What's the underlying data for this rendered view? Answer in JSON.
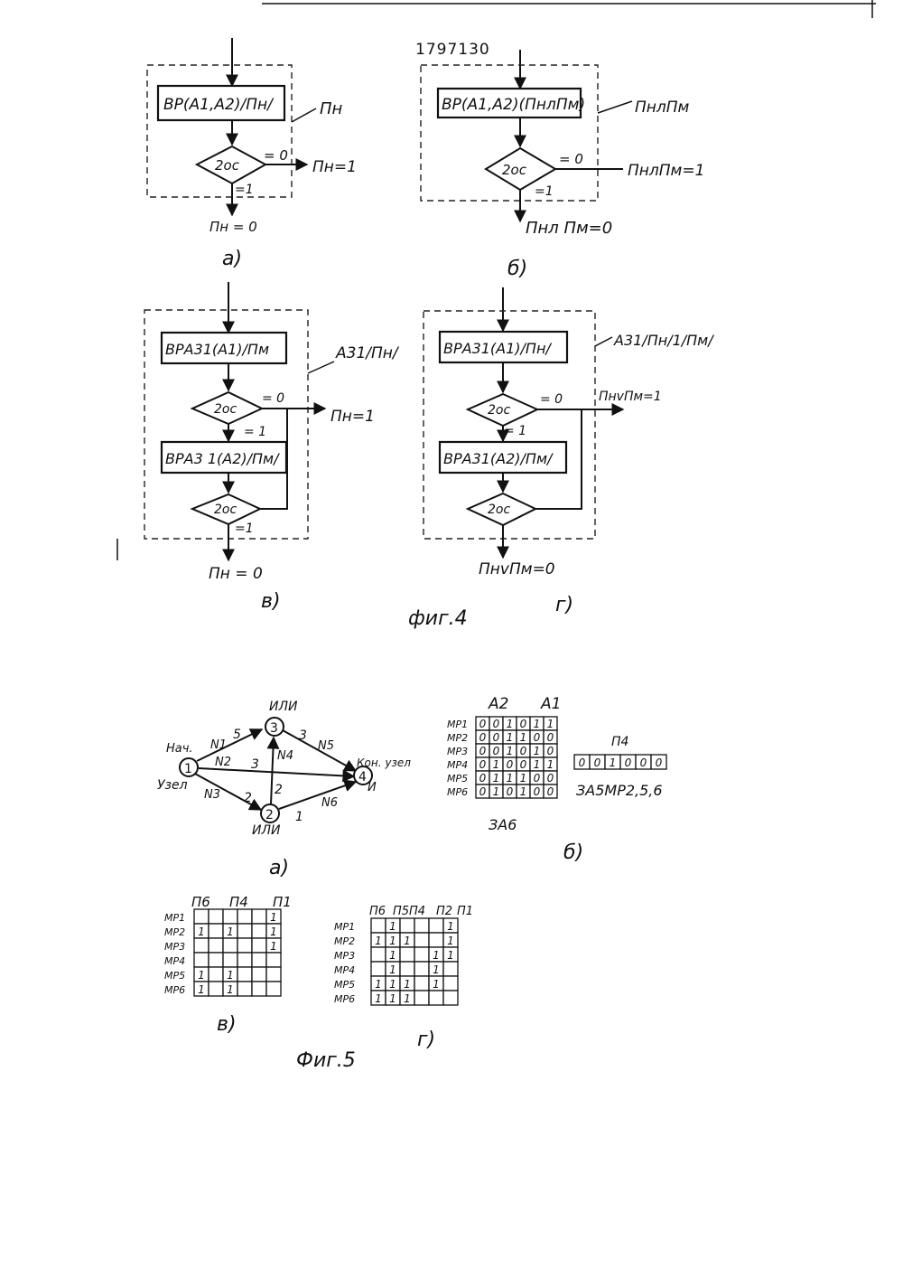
{
  "page_number": "1797130",
  "fig4": {
    "caption": "фиг.4",
    "a": {
      "box": "ВР(А1,А2)/Пн/",
      "diamond": "2ос",
      "label_side": "Пн",
      "eq0": "= 0",
      "out_right": "Пн=1",
      "eq1": "=1",
      "out_bottom": "Пн = 0",
      "sub": "а)"
    },
    "b": {
      "box": "ВР(А1,А2)(ПнлПм)",
      "diamond": "2ос",
      "label_side": "ПнлПм",
      "eq0": "= 0",
      "out_right": "ПнлПм=1",
      "eq1": "=1",
      "out_bottom": "Пнл Пм=0",
      "sub": "б)"
    },
    "v": {
      "box1": "ВРА31(А1)/Пм",
      "box2": "ВРА3 1(А2)/Пм/",
      "diamond1": "2ос",
      "diamond2": "2ос",
      "label_side": "А31/Пн/",
      "eq0": "= 0",
      "out_right": "Пн=1",
      "eq1a": "= 1",
      "eq1b": "=1",
      "out_bottom": "Пн = 0",
      "sub": "в)"
    },
    "g": {
      "box1": "ВРА31(А1)/Пн/",
      "box2": "ВРА31(А2)/Пм/",
      "diamond1": "2ос",
      "diamond2": "2ос",
      "label_side": "А31/Пн/1/Пм/",
      "eq0": "= 0",
      "out_right": "ПнvПм=1",
      "eq1": "= 1",
      "out_bottom": "ПнvПм=0",
      "sub": "г)"
    }
  },
  "fig5": {
    "caption": "Фиг.5",
    "a": {
      "sub": "а)",
      "node_labels": [
        "1",
        "2",
        "3",
        "4"
      ],
      "node_words": {
        "n1a": "Нач.",
        "n1b": "Узел",
        "n2": "ИЛИ",
        "n3": "ИЛИ",
        "n4a": "Кон. узел",
        "n4b": "И"
      },
      "edge_labels": [
        "N1",
        "5",
        "N2",
        "3",
        "N3",
        "2",
        "N4",
        "2",
        "3",
        "N5",
        "N6",
        "1"
      ]
    },
    "b": {
      "sub": "б)",
      "col_labels": [
        "А2",
        "А1"
      ],
      "rows": [
        "МР1",
        "МР2",
        "МР3",
        "МР4",
        "МР5",
        "МР6"
      ],
      "matrix": [
        [
          "0",
          "0",
          "1",
          "0",
          "1",
          "1"
        ],
        [
          "0",
          "0",
          "1",
          "1",
          "0",
          "0"
        ],
        [
          "0",
          "0",
          "1",
          "0",
          "1",
          "0"
        ],
        [
          "0",
          "1",
          "0",
          "0",
          "1",
          "1"
        ],
        [
          "0",
          "1",
          "1",
          "1",
          "0",
          "0"
        ],
        [
          "0",
          "1",
          "0",
          "1",
          "0",
          "0"
        ]
      ],
      "footer": "ЗА6",
      "p4_label": "П4",
      "p4_row": [
        "0",
        "0",
        "1",
        "0",
        "0",
        "0"
      ],
      "result": "ЗА5МР2,5,6"
    },
    "v": {
      "sub": "в)",
      "col_labels": [
        "П6",
        "П4",
        "П1"
      ],
      "rows": [
        "МР1",
        "МР2",
        "МР3",
        "МР4",
        "МР5",
        "МР6"
      ],
      "matrix": [
        [
          "",
          "",
          "",
          "",
          "",
          "1"
        ],
        [
          "1",
          "",
          "1",
          "",
          "",
          "1"
        ],
        [
          "",
          "",
          "",
          "",
          "",
          "1"
        ],
        [
          "",
          "",
          "",
          "",
          "",
          ""
        ],
        [
          "1",
          "",
          "1",
          "",
          "",
          ""
        ],
        [
          "1",
          "",
          "1",
          "",
          "",
          ""
        ]
      ]
    },
    "g": {
      "sub": "г)",
      "col_labels": [
        "П6",
        "П5",
        "П4",
        "П2",
        "П1"
      ],
      "rows": [
        "МР1",
        "МР2",
        "МР3",
        "МР4",
        "МР5",
        "МР6"
      ],
      "matrix": [
        [
          "",
          "1",
          "",
          "",
          "",
          "1"
        ],
        [
          "1",
          "1",
          "1",
          "",
          "",
          "1"
        ],
        [
          "",
          "1",
          "",
          "",
          "1",
          "1"
        ],
        [
          "",
          "1",
          "",
          "",
          "1",
          ""
        ],
        [
          "1",
          "1",
          "1",
          "",
          "1",
          ""
        ],
        [
          "1",
          "1",
          "1",
          "",
          "",
          ""
        ]
      ]
    }
  }
}
